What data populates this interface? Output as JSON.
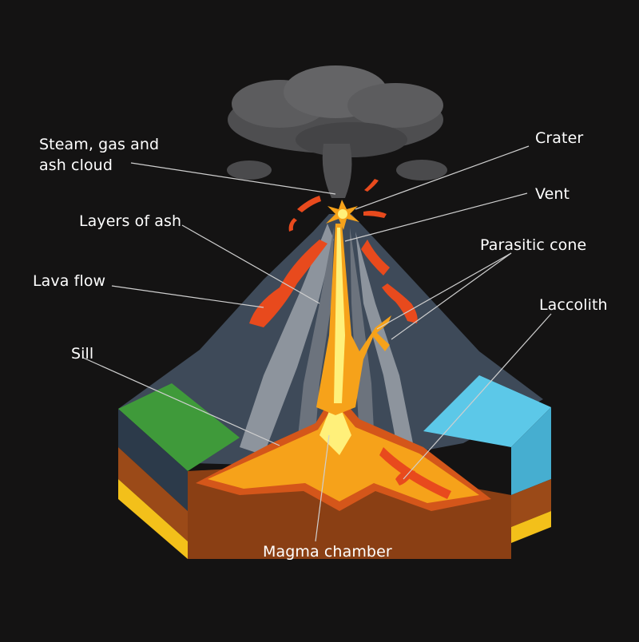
{
  "labels": {
    "steam": "Steam, gas and ash cloud",
    "crater": "Crater",
    "vent": "Vent",
    "ash_layers": "Layers of ash",
    "parasitic_cone": "Parasitic cone",
    "lava_flow": "Lava flow",
    "laccolith": "Laccolith",
    "sill": "Sill",
    "magma_chamber": "Magma chamber"
  },
  "colors": {
    "background": "#141313",
    "cloud": "#5a5a5c",
    "mountain": "#3f4b5a",
    "ash_stripe": "#8c939c",
    "lava": "#e44a1c",
    "magma": "#f6a21a",
    "magma_core": "#fff07a",
    "grass": "#3f9a3a",
    "water": "#5cc8e8",
    "rock_brown": "#9b4a18",
    "leader_line": "#cfcfcf"
  },
  "icons": [
    "eruption-burst-icon"
  ]
}
